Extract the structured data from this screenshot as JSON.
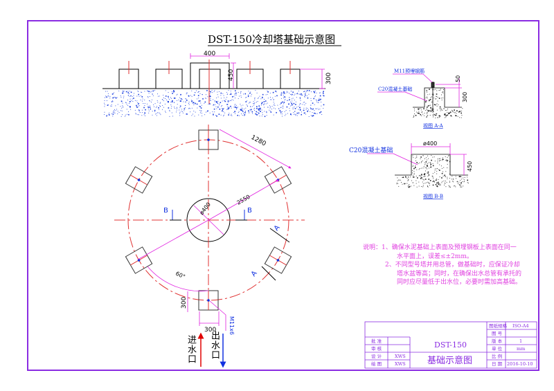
{
  "title": "DST-150冷却塔基础示意图",
  "elevation": {
    "dim_width": "400",
    "dim_height_tall": "450",
    "dim_height": "300"
  },
  "plan": {
    "dim_spacing": "1280",
    "dim_inner_dia": "ø400",
    "dim_circle_dia": "2550",
    "angle": "60°",
    "dim_square_h": "300",
    "dim_square_w": "300",
    "bolt": "M11x6",
    "section_b_left": "B",
    "section_b_right": "B",
    "section_a_top": "A",
    "section_a_bottom": "A",
    "inlet": "进水口",
    "outlet": "出水口"
  },
  "section_aa": {
    "bolt_label": "M11预埋钢筋",
    "concrete_label": "C20混凝土基础",
    "dim_top": "50",
    "dim_height": "300",
    "caption": "视图 A-A"
  },
  "section_bb": {
    "concrete_label": "C20混凝土基础",
    "dim_dia": "ø400",
    "dim_height": "450",
    "caption": "视图 B-B"
  },
  "notes": {
    "prefix": "说明：",
    "line1": "1、确保水泥基础上表面及预埋钢板上表面在同一",
    "line1b": "水平面上，误差≤±2mm。",
    "line2": "2、不同型号塔并用总管，做基础时，应保证冷却",
    "line2b": "塔水盆等高；同时，在确保出水总管有承托的",
    "line2c": "同时应尽量低于出水位，必要时需加高基础。"
  },
  "title_block": {
    "approve": "批 准",
    "review": "审 核",
    "design": "设 计",
    "draw": "绘 图",
    "designer": "XWS",
    "drafter": "XWS",
    "model": "DST-150",
    "drawing_name": "基础示意图",
    "paper_label": "图纸规格",
    "paper": "ISO-A4",
    "number_label": "图 号",
    "number": "",
    "version_label": "版 本",
    "version": "1",
    "unit_label": "单 位",
    "unit": "mm",
    "scale_label": "比 例",
    "scale": "",
    "date_label": "日 期",
    "date": "2016-10-10"
  },
  "colors": {
    "frame": "#8a2be2",
    "dim": "#e020e0",
    "center": "#e03030",
    "inlet": "#e00000",
    "outlet": "#1030e0"
  }
}
